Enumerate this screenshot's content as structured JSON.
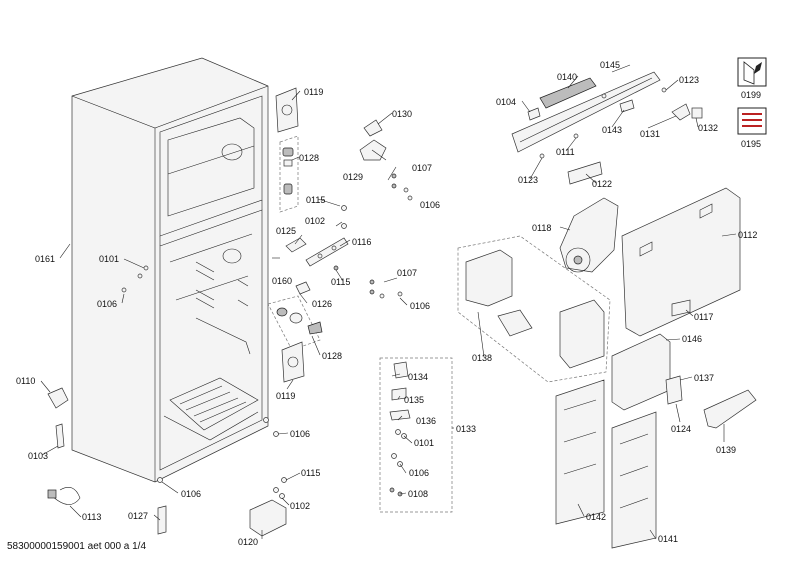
{
  "diagram": {
    "footer": "58300000159001 aet 000 a 1/4",
    "icon_labels": {
      "wrench": "0199",
      "coil": "0195"
    },
    "labels": [
      "0119",
      "0128",
      "0130",
      "0129",
      "0107",
      "0115",
      "0106",
      "0125",
      "0102",
      "0116",
      "0160",
      "0126",
      "0115",
      "0107",
      "0106",
      "0128",
      "0119",
      "0161",
      "0101",
      "0106",
      "0110",
      "0103",
      "0113",
      "0127",
      "0120",
      "0115",
      "0102",
      "0106",
      "0106",
      "0104",
      "0140",
      "0145",
      "0123",
      "0143",
      "0131",
      "0132",
      "0111",
      "0123",
      "0122",
      "0118",
      "0112",
      "0138",
      "0117",
      "0134",
      "0135",
      "0136",
      "0101",
      "0106",
      "0108",
      "0133",
      "0146",
      "0137",
      "0124",
      "0139",
      "0142",
      "0141"
    ]
  }
}
